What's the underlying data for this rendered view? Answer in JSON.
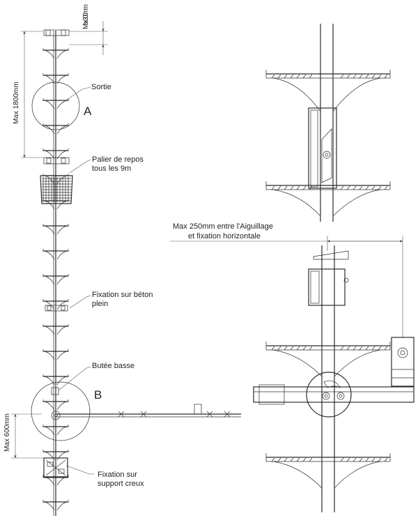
{
  "labels": {
    "max_300": "Max 300mm",
    "max_1800": "Max 1800mm",
    "max_600": "Max 600mm",
    "sortie": "Sortie",
    "palier_1": "Palier de repos",
    "palier_2": "tous les 9m",
    "fix_beton_1": "Fixation sur béton",
    "fix_beton_2": "plein",
    "butee": "Butée basse",
    "fix_creux_1": "Fixation sur",
    "fix_creux_2": "support creux",
    "detail_a": "A",
    "detail_b": "B",
    "max_250_1": "Max 250mm entre l'Aiguillage",
    "max_250_2": "et fixation horizontale"
  },
  "colors": {
    "line": "#2b2b2b",
    "dimension": "#555555",
    "background": "#ffffff"
  }
}
